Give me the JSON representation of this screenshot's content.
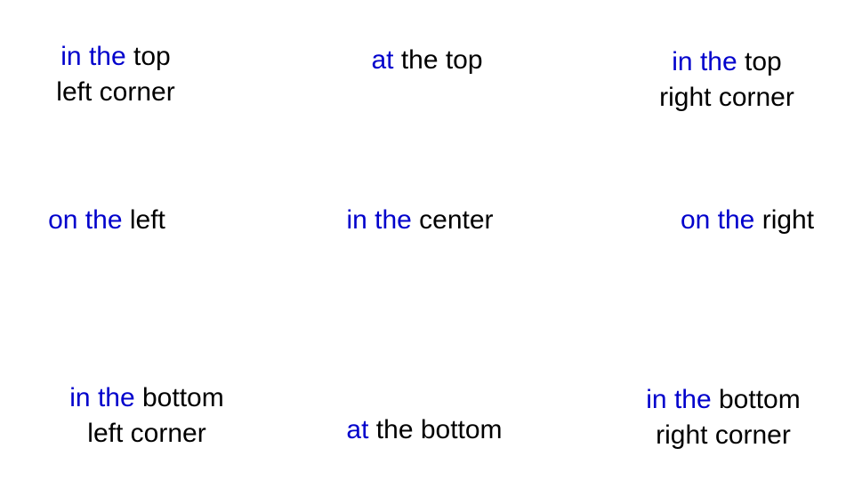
{
  "colors": {
    "keyword": "#0000cc",
    "text": "#000000",
    "background": "#ffffff"
  },
  "labels": {
    "top_left": {
      "kw": "in the",
      "rest": "top",
      "line2": "left corner"
    },
    "top_center": {
      "kw": "at",
      "rest": "the top"
    },
    "top_right": {
      "kw": "in the",
      "rest": "top",
      "line2": "right corner"
    },
    "middle_left": {
      "kw": "on the",
      "rest": "left"
    },
    "center": {
      "kw": "in the",
      "rest": "center"
    },
    "middle_right": {
      "kw": "on the",
      "rest": "right"
    },
    "bottom_left": {
      "kw": "in the",
      "rest": "bottom",
      "line2": "left corner"
    },
    "bottom_center": {
      "kw": "at",
      "rest": "the bottom"
    },
    "bottom_right": {
      "kw": "in the",
      "rest": "bottom",
      "line2": "right corner"
    }
  }
}
